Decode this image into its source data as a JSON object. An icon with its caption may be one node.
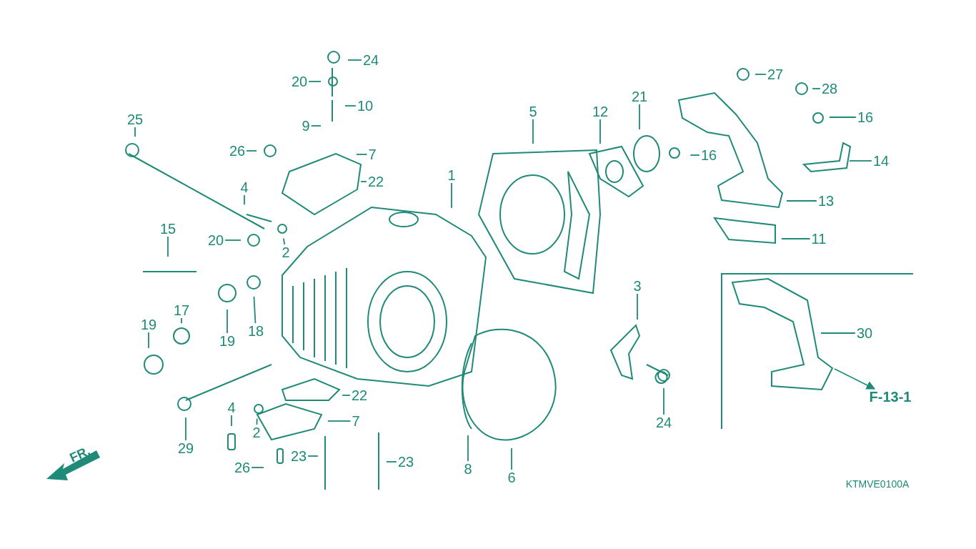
{
  "diagram": {
    "nodes": [
      {
        "text": [
          "24"
        ]
      },
      {
        "text": [
          "20"
        ]
      },
      {
        "text": [
          "10"
        ]
      },
      {
        "text": [
          "9"
        ]
      },
      {
        "text": [
          "26"
        ]
      },
      {
        "text": [
          "7"
        ]
      },
      {
        "text": [
          "25"
        ]
      },
      {
        "text": [
          "22"
        ]
      },
      {
        "text": [
          "4"
        ]
      },
      {
        "text": [
          "15"
        ]
      },
      {
        "text": [
          "20"
        ]
      },
      {
        "text": [
          "2"
        ]
      },
      {
        "text": [
          "19"
        ]
      },
      {
        "text": [
          "18"
        ]
      },
      {
        "text": [
          "19"
        ]
      },
      {
        "text": [
          "17"
        ]
      },
      {
        "text": [
          "22"
        ]
      },
      {
        "text": [
          "4"
        ]
      },
      {
        "text": [
          "2"
        ]
      },
      {
        "text": [
          "7"
        ]
      },
      {
        "text": [
          "29"
        ]
      },
      {
        "text": [
          "26"
        ]
      },
      {
        "text": [
          "23"
        ]
      },
      {
        "text": [
          "23"
        ]
      },
      {
        "text": [
          "1"
        ]
      },
      {
        "text": [
          "5"
        ]
      },
      {
        "text": [
          "12"
        ]
      },
      {
        "text": [
          "21"
        ]
      },
      {
        "text": [
          "16"
        ]
      },
      {
        "text": [
          "27"
        ]
      },
      {
        "text": [
          "28"
        ]
      },
      {
        "text": [
          "16"
        ]
      },
      {
        "text": [
          "14"
        ]
      },
      {
        "text": [
          "13"
        ]
      },
      {
        "text": [
          "11"
        ]
      },
      {
        "text": [
          "3"
        ]
      },
      {
        "text": [
          "24"
        ]
      },
      {
        "text": [
          "8"
        ]
      },
      {
        "text": [
          "6"
        ]
      },
      {
        "text": [
          "30"
        ]
      },
      {
        "text": [
          "F-13-1"
        ]
      }
    ],
    "edges": [
      {
        "from": 0,
        "to": null,
        "arrow": "none"
      },
      {
        "from": 1,
        "to": null,
        "arrow": "none"
      },
      {
        "from": 2,
        "to": null,
        "arrow": "none"
      },
      {
        "from": 3,
        "to": null,
        "arrow": "none"
      },
      {
        "from": 4,
        "to": null,
        "arrow": "none"
      },
      {
        "from": 5,
        "to": null,
        "arrow": "none"
      },
      {
        "from": 6,
        "to": null,
        "arrow": "none"
      },
      {
        "from": 7,
        "to": null,
        "arrow": "none"
      },
      {
        "from": 8,
        "to": null,
        "arrow": "none"
      },
      {
        "from": 9,
        "to": null,
        "arrow": "none"
      },
      {
        "from": 10,
        "to": null,
        "arrow": "none"
      },
      {
        "from": 11,
        "to": null,
        "arrow": "none"
      },
      {
        "from": 12,
        "to": null,
        "arrow": "none"
      },
      {
        "from": 13,
        "to": null,
        "arrow": "none"
      },
      {
        "from": 14,
        "to": null,
        "arrow": "none"
      },
      {
        "from": 15,
        "to": null,
        "arrow": "none"
      },
      {
        "from": 16,
        "to": null,
        "arrow": "none"
      },
      {
        "from": 17,
        "to": null,
        "arrow": "none"
      },
      {
        "from": 18,
        "to": null,
        "arrow": "none"
      },
      {
        "from": 19,
        "to": null,
        "arrow": "none"
      },
      {
        "from": 20,
        "to": null,
        "arrow": "none"
      },
      {
        "from": 21,
        "to": null,
        "arrow": "none"
      },
      {
        "from": 22,
        "to": null,
        "arrow": "none"
      },
      {
        "from": 23,
        "to": null,
        "arrow": "none"
      },
      {
        "from": 24,
        "to": null,
        "arrow": "none"
      },
      {
        "from": 25,
        "to": null,
        "arrow": "none"
      },
      {
        "from": 26,
        "to": null,
        "arrow": "none"
      },
      {
        "from": 27,
        "to": null,
        "arrow": "none"
      },
      {
        "from": 28,
        "to": null,
        "arrow": "none"
      },
      {
        "from": 29,
        "to": null,
        "arrow": "none"
      },
      {
        "from": 30,
        "to": null,
        "arrow": "none"
      },
      {
        "from": 31,
        "to": null,
        "arrow": "none"
      },
      {
        "from": 32,
        "to": null,
        "arrow": "none"
      },
      {
        "from": 33,
        "to": null,
        "arrow": "none"
      },
      {
        "from": 34,
        "to": null,
        "arrow": "none"
      },
      {
        "from": 35,
        "to": null,
        "arrow": "none"
      },
      {
        "from": 36,
        "to": null,
        "arrow": "none"
      },
      {
        "from": 37,
        "to": null,
        "arrow": "none"
      },
      {
        "from": 38,
        "to": null,
        "arrow": "none"
      },
      {
        "from": 39,
        "to": null,
        "arrow": "none"
      },
      {
        "from": null,
        "to": 40,
        "arrow": "to"
      }
    ],
    "labels": [
      "FR.",
      "KTMVE0100A"
    ]
  }
}
